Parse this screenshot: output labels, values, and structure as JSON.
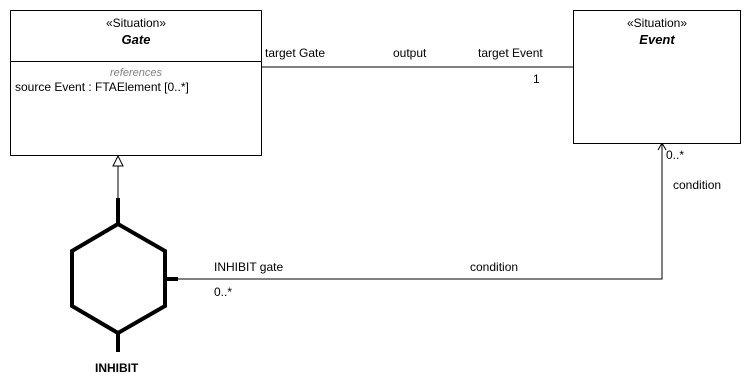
{
  "gate_class": {
    "stereotype": "«Situation»",
    "name": "Gate",
    "section_label": "references",
    "attribute": "source Event : FTAElement [0..*]"
  },
  "event_class": {
    "stereotype": "«Situation»",
    "name": "Event"
  },
  "output_association": {
    "source_role": "target Gate",
    "name": "output",
    "target_role": "target Event",
    "target_multiplicity": "1"
  },
  "condition_association": {
    "source_role": "INHIBIT gate",
    "source_multiplicity": "0..*",
    "name": "condition",
    "target_role": "condition",
    "target_multiplicity": "0..*"
  },
  "inhibit_symbol": {
    "label": "INHIBIT"
  }
}
